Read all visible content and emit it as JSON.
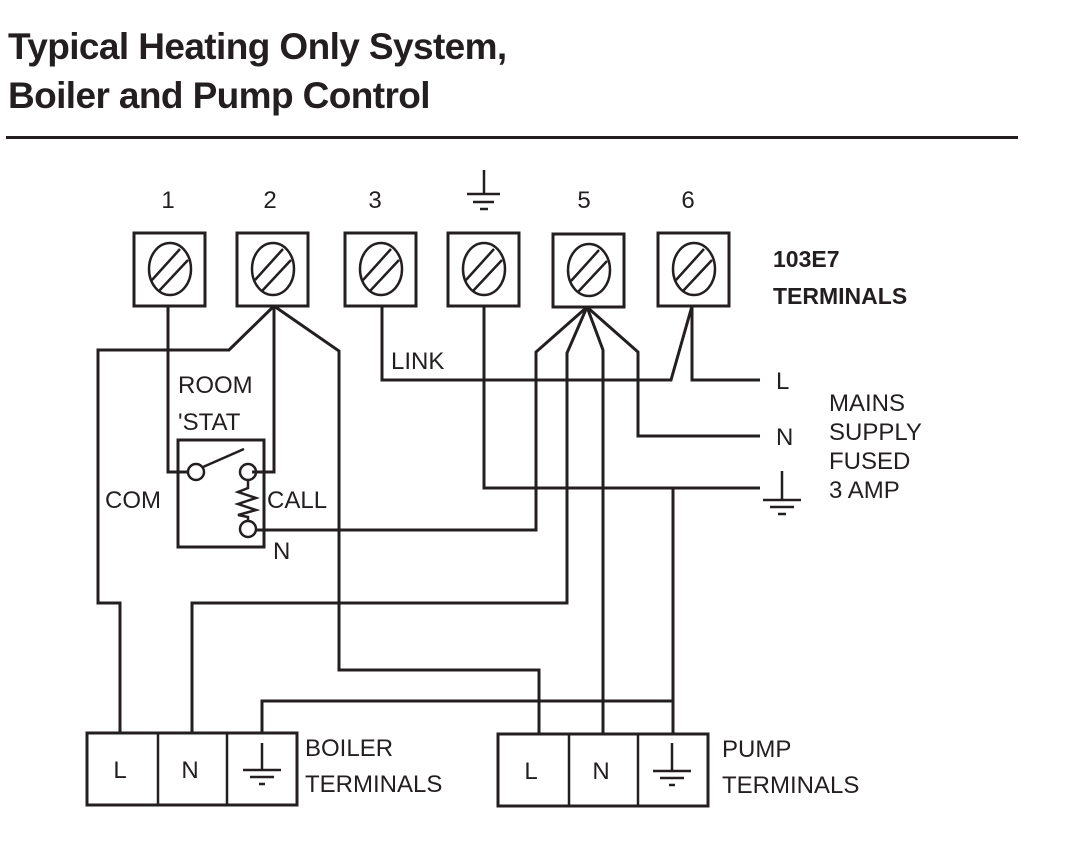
{
  "title": {
    "line1": "Typical Heating Only System,",
    "line2": "Boiler and Pump Control"
  },
  "controller": {
    "label_line1": "103E7",
    "label_line2": "TERMINALS",
    "terminals": [
      {
        "id": "1",
        "label": "1",
        "symbol": "screw-terminal"
      },
      {
        "id": "2",
        "label": "2",
        "symbol": "screw-terminal"
      },
      {
        "id": "3",
        "label": "3",
        "symbol": "screw-terminal"
      },
      {
        "id": "earth",
        "label": "",
        "symbol": "earth-icon"
      },
      {
        "id": "5",
        "label": "5",
        "symbol": "screw-terminal"
      },
      {
        "id": "6",
        "label": "6",
        "symbol": "screw-terminal"
      }
    ]
  },
  "link_label": "LINK",
  "room_stat": {
    "label_line1": "ROOM",
    "label_line2": "'STAT",
    "com_label": "COM",
    "call_label": "CALL",
    "n_label": "N"
  },
  "mains": {
    "l_label": "L",
    "n_label": "N",
    "earth_symbol": "earth-icon",
    "caption": [
      "MAINS",
      "SUPPLY",
      "FUSED",
      "3 AMP"
    ]
  },
  "boiler": {
    "label_line1": "BOILER",
    "label_line2": "TERMINALS",
    "cells": [
      "L",
      "N"
    ],
    "earth_symbol": "earth-icon"
  },
  "pump": {
    "label_line1": "PUMP",
    "label_line2": "TERMINALS",
    "cells": [
      "L",
      "N"
    ],
    "earth_symbol": "earth-icon"
  },
  "colors": {
    "ink": "#231f20",
    "background": "#ffffff"
  }
}
